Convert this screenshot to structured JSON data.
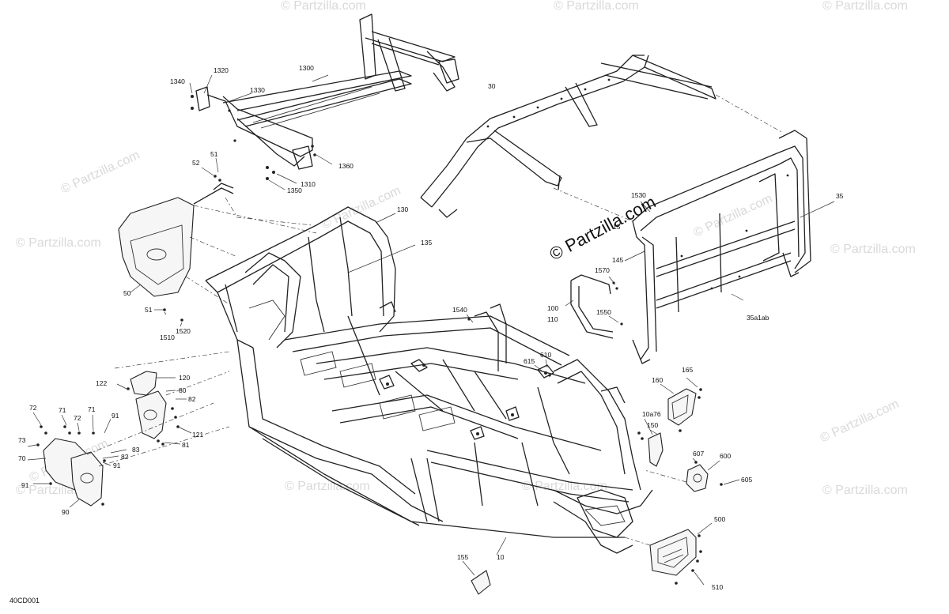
{
  "diagram_id": "40CD001",
  "watermark_main": "© Partzilla.com",
  "watermark_repeat": "© Partzilla.com",
  "callouts": [
    {
      "id": "1300",
      "label": "1300"
    },
    {
      "id": "1320",
      "label": "1320"
    },
    {
      "id": "1340",
      "label": "1340"
    },
    {
      "id": "1330",
      "label": "1330"
    },
    {
      "id": "1360",
      "label": "1360"
    },
    {
      "id": "1310",
      "label": "1310"
    },
    {
      "id": "1350",
      "label": "1350"
    },
    {
      "id": "30",
      "label": "30"
    },
    {
      "id": "35",
      "label": "35"
    },
    {
      "id": "35a1ab",
      "label": "35a1ab"
    },
    {
      "id": "1530",
      "label": "1530"
    },
    {
      "id": "15",
      "label": "15"
    },
    {
      "id": "145",
      "label": "145"
    },
    {
      "id": "1570",
      "label": "1570"
    },
    {
      "id": "100",
      "label": "100"
    },
    {
      "id": "110",
      "label": "110"
    },
    {
      "id": "1550",
      "label": "1550"
    },
    {
      "id": "51a",
      "label": "51"
    },
    {
      "id": "52",
      "label": "52"
    },
    {
      "id": "130",
      "label": "130"
    },
    {
      "id": "135",
      "label": "135"
    },
    {
      "id": "50",
      "label": "50"
    },
    {
      "id": "51b",
      "label": "51"
    },
    {
      "id": "1510",
      "label": "1510"
    },
    {
      "id": "1520",
      "label": "1520"
    },
    {
      "id": "1540",
      "label": "1540"
    },
    {
      "id": "615",
      "label": "615"
    },
    {
      "id": "610",
      "label": "610"
    },
    {
      "id": "120",
      "label": "120"
    },
    {
      "id": "122",
      "label": "122"
    },
    {
      "id": "80",
      "label": "80"
    },
    {
      "id": "82a",
      "label": "82"
    },
    {
      "id": "121",
      "label": "121"
    },
    {
      "id": "81",
      "label": "81"
    },
    {
      "id": "72a",
      "label": "72"
    },
    {
      "id": "71a",
      "label": "71"
    },
    {
      "id": "72b",
      "label": "72"
    },
    {
      "id": "71b",
      "label": "71"
    },
    {
      "id": "91a",
      "label": "91"
    },
    {
      "id": "73",
      "label": "73"
    },
    {
      "id": "83",
      "label": "83"
    },
    {
      "id": "82b",
      "label": "82"
    },
    {
      "id": "70",
      "label": "70"
    },
    {
      "id": "91b",
      "label": "91"
    },
    {
      "id": "91c",
      "label": "91"
    },
    {
      "id": "90",
      "label": "90"
    },
    {
      "id": "165",
      "label": "165"
    },
    {
      "id": "160",
      "label": "160"
    },
    {
      "id": "10a76",
      "label": "10a76"
    },
    {
      "id": "150",
      "label": "150"
    },
    {
      "id": "607",
      "label": "607"
    },
    {
      "id": "600",
      "label": "600"
    },
    {
      "id": "605",
      "label": "605"
    },
    {
      "id": "500",
      "label": "500"
    },
    {
      "id": "510",
      "label": "510"
    },
    {
      "id": "10",
      "label": "10"
    },
    {
      "id": "155",
      "label": "155"
    }
  ]
}
